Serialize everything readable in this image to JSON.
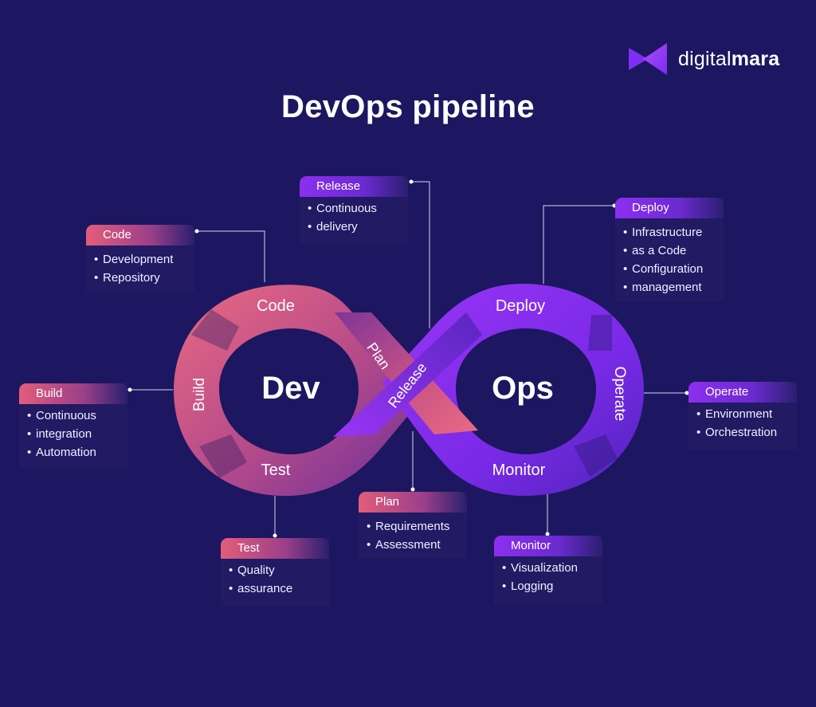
{
  "brand": {
    "name_light": "digital",
    "name_bold": "mara"
  },
  "title": "DevOps pipeline",
  "loop": {
    "dev_label": "Dev",
    "ops_label": "Ops",
    "stages": {
      "code": "Code",
      "build": "Build",
      "test": "Test",
      "plan": "Plan",
      "release": "Release",
      "deploy": "Deploy",
      "operate": "Operate",
      "monitor": "Monitor"
    }
  },
  "boxes": {
    "code": {
      "title": "Code",
      "items": [
        "Development",
        "Repository"
      ]
    },
    "build": {
      "title": "Build",
      "items": [
        "Continuous",
        "integration",
        "Automation"
      ]
    },
    "test": {
      "title": "Test",
      "items": [
        "Quality",
        "assurance"
      ]
    },
    "plan": {
      "title": "Plan",
      "items": [
        "Requirements",
        "Assessment"
      ]
    },
    "release": {
      "title": "Release",
      "items": [
        "Continuous",
        "delivery"
      ]
    },
    "deploy": {
      "title": "Deploy",
      "items": [
        "Infrastructure",
        "as a Code",
        "Configuration",
        "management"
      ]
    },
    "operate": {
      "title": "Operate",
      "items": [
        "Environment",
        "Orchestration"
      ]
    },
    "monitor": {
      "title": "Monitor",
      "items": [
        "Visualization",
        "Logging"
      ]
    }
  },
  "colors": {
    "background": "#1c1760",
    "dev_coral": "#e35d7a",
    "dev_dark": "#7a3590",
    "ops_purple": "#8c2ff0",
    "ops_dark": "#4a22b0",
    "box_bg": "#221a63"
  }
}
